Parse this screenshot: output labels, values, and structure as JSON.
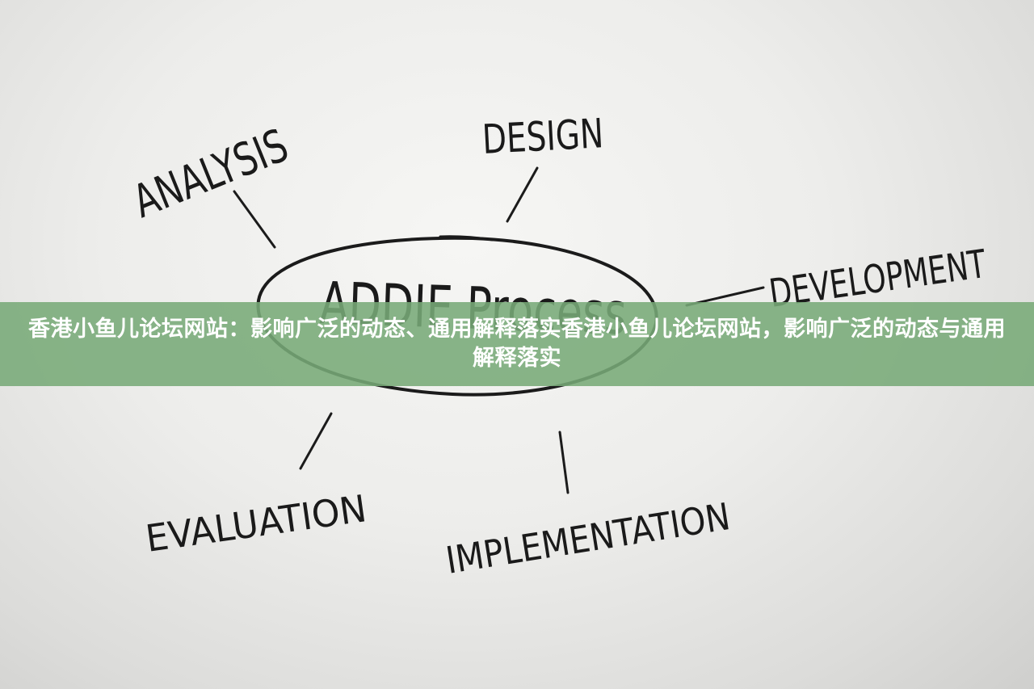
{
  "diagram": {
    "center_label": "ADDIE Process",
    "stages": {
      "analysis": "ANALYSIS",
      "design": "DESIGN",
      "development": "DEVELOPMENT",
      "evaluation": "EVALUATION",
      "implementation": "IMPLEMENTATION"
    }
  },
  "banner": {
    "title": "香港小鱼儿论坛网站：影响广泛的动态、通用解释落实香港小鱼儿论坛网站，影响广泛的动态与通用解释落实"
  },
  "colors": {
    "whiteboard": "#ededeb",
    "ink": "#1b1b1b",
    "banner_overlay": "#78aa78",
    "banner_text": "#ffffff"
  }
}
